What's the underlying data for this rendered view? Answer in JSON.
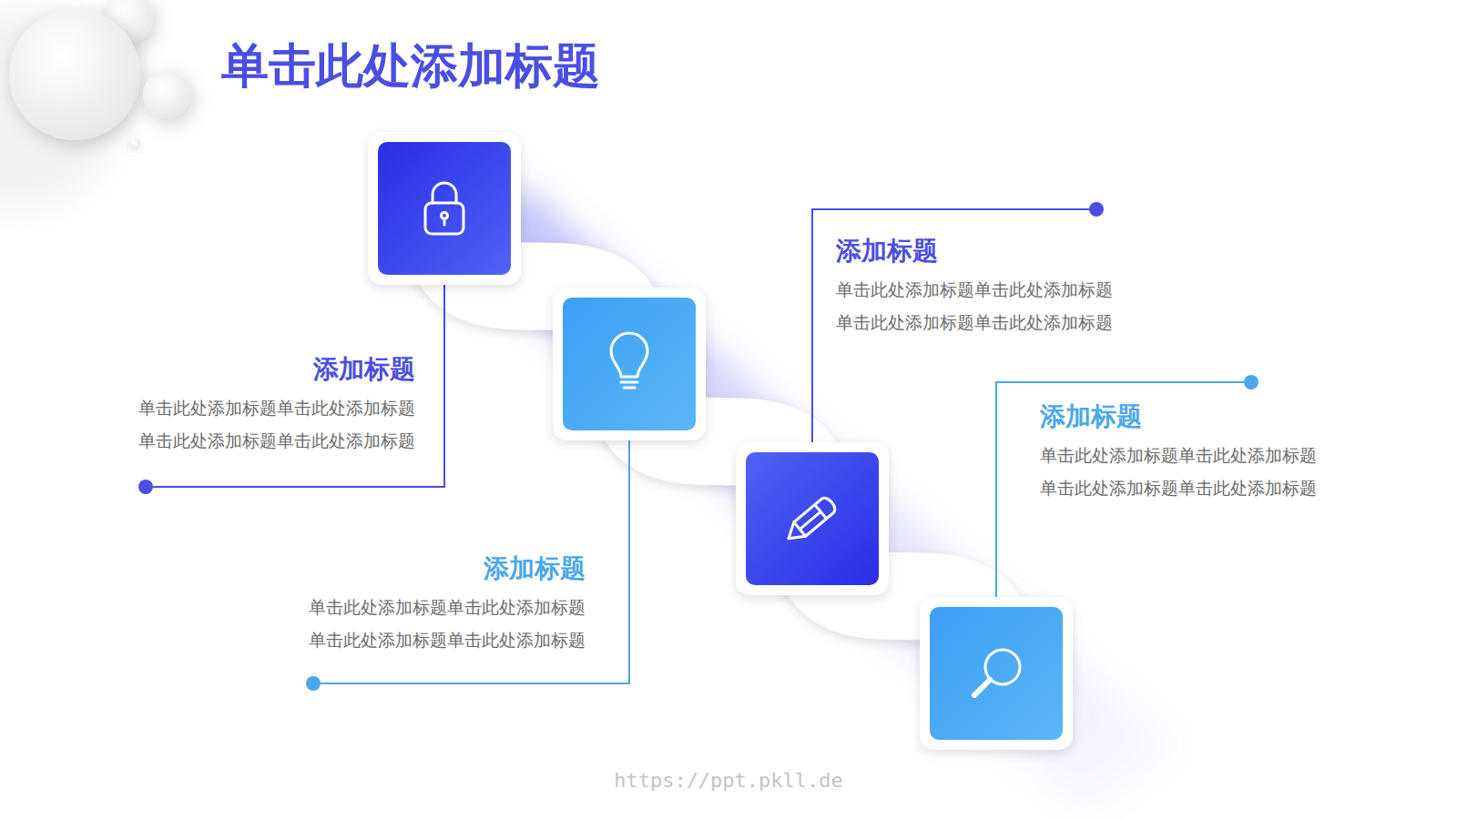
{
  "diagram": {
    "title": "单击此处添加标题",
    "nodes": [
      {
        "text": [
          "添加标题",
          "单击此处添加标题单击此处添加标题 单击此处添加标题单击此处添加标题"
        ]
      },
      {
        "text": [
          "添加标题",
          "单击此处添加标题单击此处添加标题 单击此处添加标题单击此处添加标题"
        ]
      },
      {
        "text": [
          "添加标题",
          "单击此处添加标题单击此处添加标题 单击此处添加标题单击此处添加标题"
        ]
      },
      {
        "text": [
          "添加标题",
          "单击此处添加标题单击此处添加标题 单击此处添加标题单击此处添加标题"
        ]
      }
    ],
    "labels": [
      "https://ppt.pkll.de"
    ]
  }
}
